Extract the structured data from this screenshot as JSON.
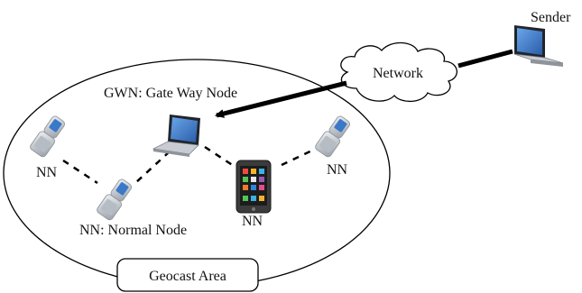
{
  "labels": {
    "sender": "Sender",
    "network": "Network",
    "gwn": "GWN: Gate Way Node",
    "nn_left": "NN",
    "nn_right": "NN",
    "nn_tablet": "NN",
    "nn_normal": "NN: Normal Node",
    "area": "Geocast Area"
  },
  "icons": {
    "sender": "laptop-icon",
    "gateway": "laptop-icon",
    "phone": "flip-phone-icon",
    "tablet": "smartphone-icon"
  },
  "colors": {
    "line": "#000000",
    "laptop_body": "#c9ccd2",
    "laptop_screen": "#3a78c8",
    "phone_body": "#c7cbd1",
    "tablet_body": "#3b3b3b"
  }
}
